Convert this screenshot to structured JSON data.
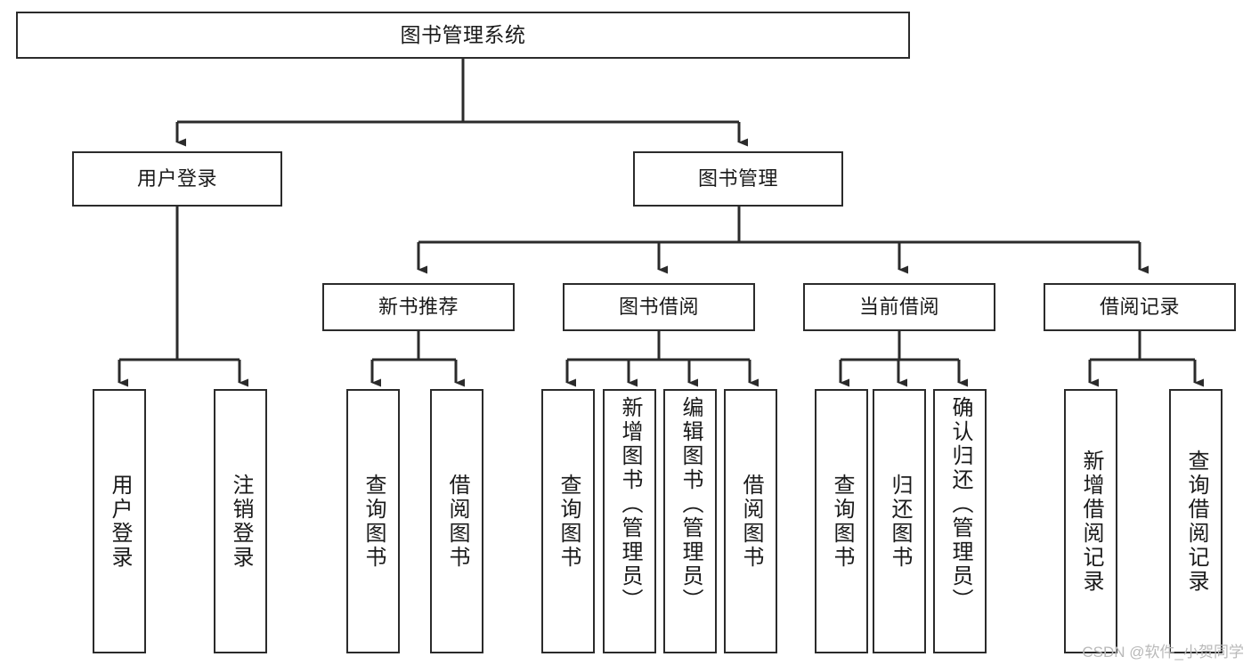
{
  "diagram": {
    "title": "图书管理系统",
    "type": "tree-hierarchy-diagram",
    "colors": {
      "box_border": "#2b2b2b",
      "connector": "#2b2b2b",
      "background": "#ffffff",
      "text": "#1a1a1a",
      "watermark": "#b9b9b9"
    },
    "root": {
      "label": "图书管理系统"
    },
    "level2": [
      {
        "label": "用户登录"
      },
      {
        "label": "图书管理"
      }
    ],
    "level3": [
      {
        "label": "新书推荐"
      },
      {
        "label": "图书借阅"
      },
      {
        "label": "当前借阅"
      },
      {
        "label": "借阅记录"
      }
    ],
    "leaves": {
      "user_login": [
        {
          "label": "用户登录"
        },
        {
          "label": "注销登录"
        }
      ],
      "new_book_recommend": [
        {
          "label": "查询图书"
        },
        {
          "label": "借阅图书"
        }
      ],
      "book_borrow": [
        {
          "label": "查询图书"
        },
        {
          "label": "新增图书（管理员）"
        },
        {
          "label": "编辑图书（管理员）"
        },
        {
          "label": "借阅图书"
        }
      ],
      "current_borrow": [
        {
          "label": "查询图书"
        },
        {
          "label": "归还图书"
        },
        {
          "label": "确认归还（管理员）"
        }
      ],
      "borrow_record": [
        {
          "label": "新增借阅记录"
        },
        {
          "label": "查询借阅记录"
        }
      ]
    }
  },
  "watermark": {
    "text": "CSDN @软件_小贺同学"
  }
}
